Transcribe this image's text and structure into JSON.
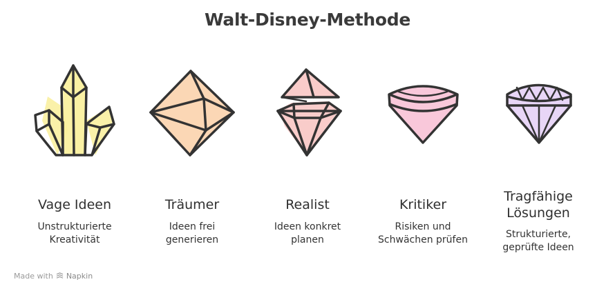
{
  "title": "Walt-Disney-Methode",
  "stages": [
    {
      "icon": "crystal-cluster-icon",
      "label": "Vage Ideen",
      "desc_line1": "Unstrukturierte",
      "desc_line2": "Kreativität",
      "color": "#f9ef9a"
    },
    {
      "icon": "octahedron-gem-icon",
      "label": "Träumer",
      "desc_line1": "Ideen frei",
      "desc_line2": "generieren",
      "color": "#fbd3ad"
    },
    {
      "icon": "split-gem-icon",
      "label": "Realist",
      "desc_line1": "Ideen konkret",
      "desc_line2": "planen",
      "color": "#f8c6c4"
    },
    {
      "icon": "cut-gem-icon",
      "label": "Kritiker",
      "desc_line1": "Risiken und",
      "desc_line2": "Schwächen prüfen",
      "color": "#f8c2d6"
    },
    {
      "icon": "diamond-icon",
      "label_line1": "Tragfähige",
      "label_line2": "Lösungen",
      "desc_line1": "Strukturierte,",
      "desc_line2": "geprüfte Ideen",
      "color": "#e6d2f6"
    }
  ],
  "footer": {
    "made_with": "Made with",
    "brand": "Napkin"
  }
}
